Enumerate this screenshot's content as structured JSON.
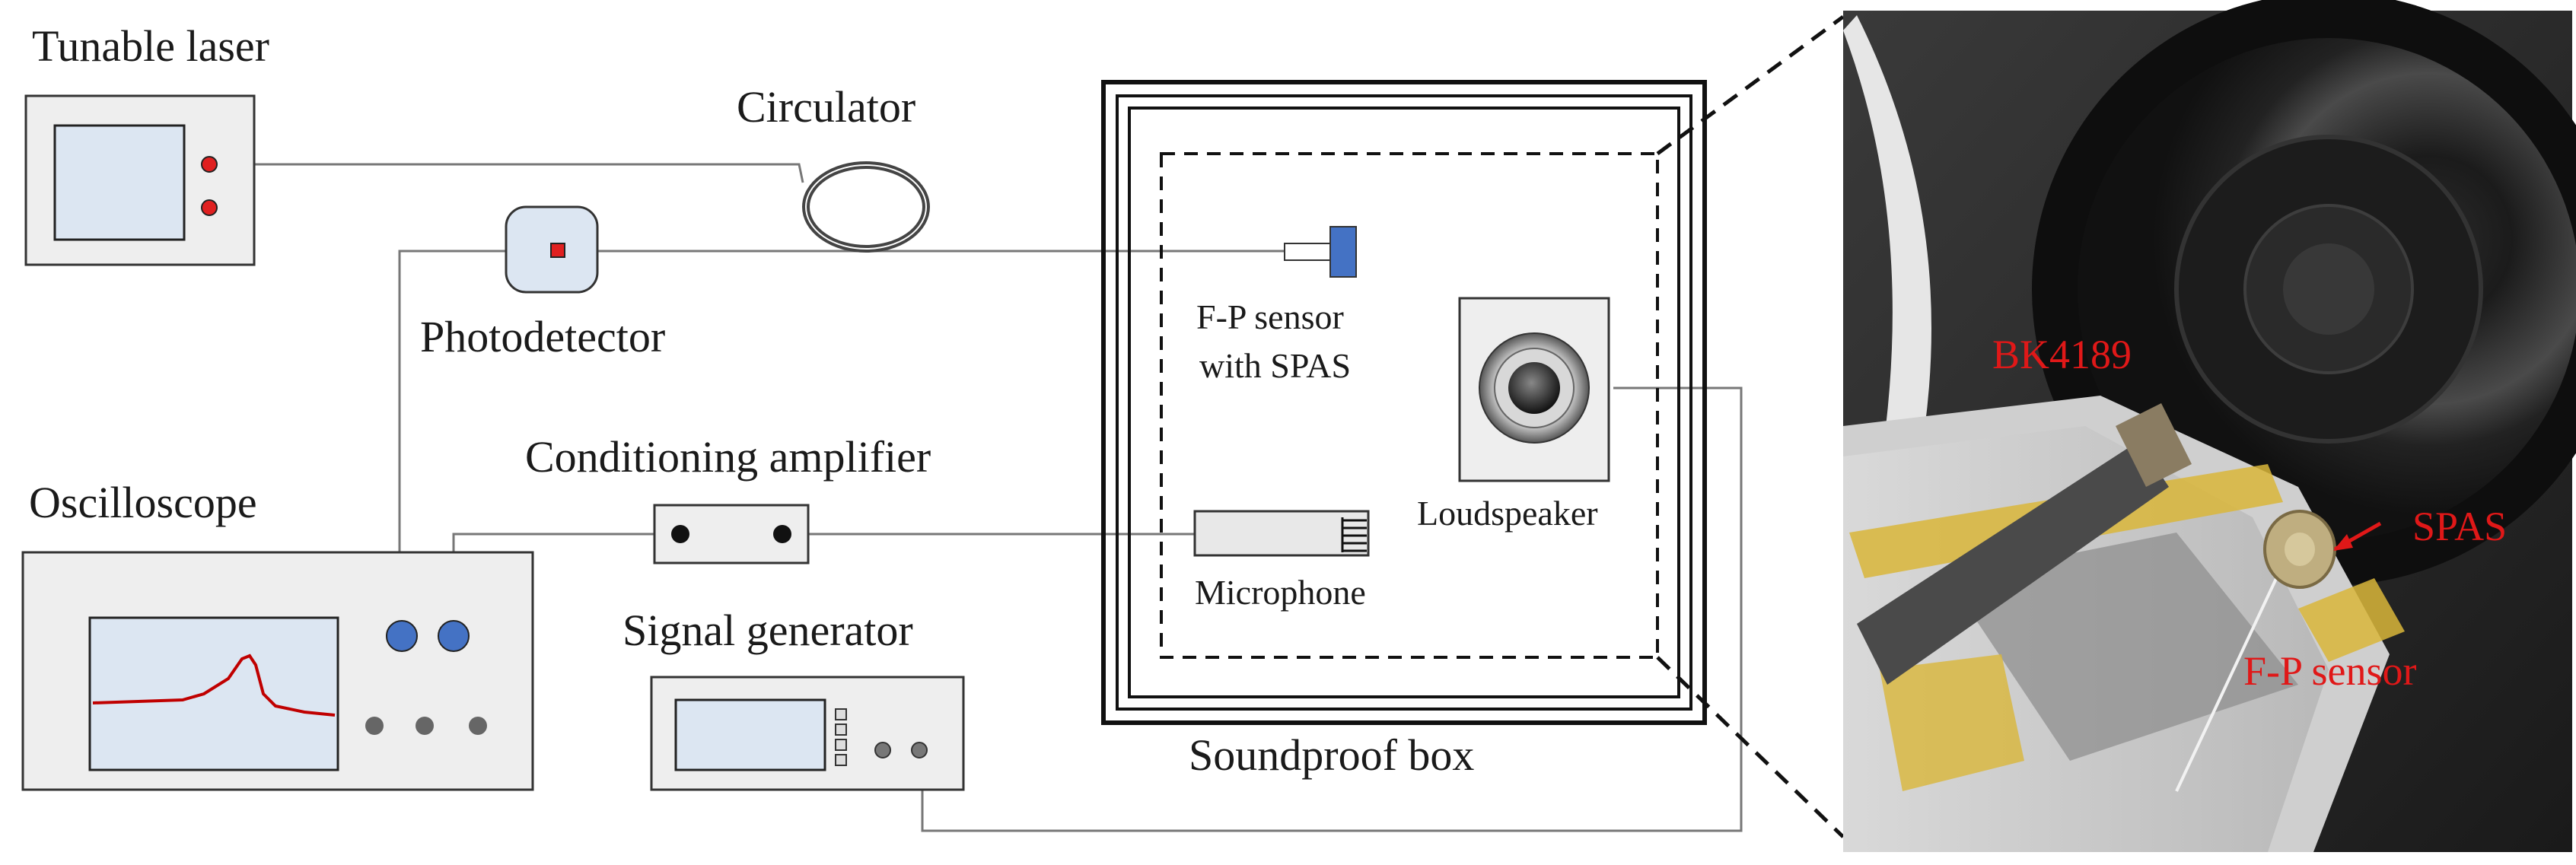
{
  "labels": {
    "tunable_laser": "Tunable laser",
    "circulator": "Circulator",
    "photodetector": "Photodetector",
    "fp_sensor_line1": "F-P sensor",
    "fp_sensor_line2": "with SPAS",
    "loudspeaker": "Loudspeaker",
    "conditioning_amplifier": "Conditioning amplifier",
    "oscilloscope": "Oscilloscope",
    "microphone": "Microphone",
    "signal_generator": "Signal generator",
    "soundproof_box": "Soundproof box"
  },
  "photo_labels": {
    "bk4189": "BK4189",
    "spas": "SPAS",
    "fp_sensor": "F-P sensor"
  },
  "colors": {
    "device_fill": "#eeeeee",
    "screen_fill": "#dce6f2",
    "led_red": "#e02020",
    "knob_blue": "#4472c4",
    "photo_label_red": "#e01818",
    "trace_red": "#c00000"
  }
}
